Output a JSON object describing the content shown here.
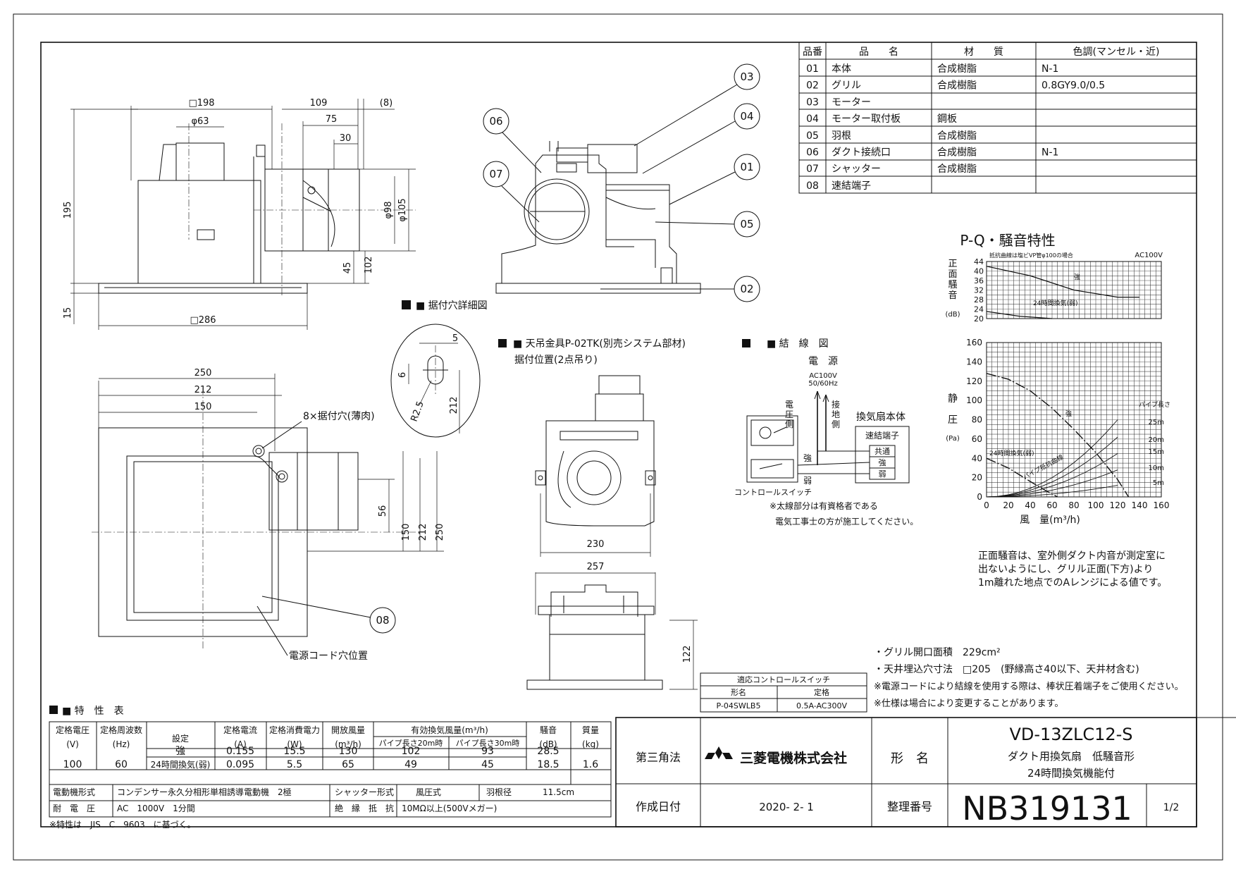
{
  "parts_table": {
    "headers": [
      "品番",
      "品　　名",
      "材　　質",
      "色調(マンセル・近)"
    ],
    "rows": [
      [
        "01",
        "本体",
        "合成樹脂",
        "N-1"
      ],
      [
        "02",
        "グリル",
        "合成樹脂",
        "0.8GY9.0/0.5"
      ],
      [
        "03",
        "モーター",
        "",
        ""
      ],
      [
        "04",
        "モーター取付板",
        "鋼板",
        ""
      ],
      [
        "05",
        "羽根",
        "合成樹脂",
        ""
      ],
      [
        "06",
        "ダクト接続口",
        "合成樹脂",
        "N-1"
      ],
      [
        "07",
        "シャッター",
        "合成樹脂",
        ""
      ],
      [
        "08",
        "速結端子",
        "",
        ""
      ]
    ]
  },
  "side_view": {
    "dims": [
      "□198",
      "φ63",
      "109",
      "(8)",
      "75",
      "30",
      "195",
      "φ98",
      "φ105",
      "45",
      "102",
      "15",
      "□286"
    ]
  },
  "part_callouts": [
    "03",
    "04",
    "06",
    "01",
    "07",
    "05",
    "02",
    "08"
  ],
  "mount_hole_detail": {
    "title": "■ 据付穴詳細図",
    "dims": [
      "5",
      "6",
      "R2.5",
      "212"
    ]
  },
  "ceiling_bracket": {
    "title": "■ 天吊金具P-02TK(別売システム部材)",
    "subtitle": "据付位置(2点吊り)",
    "dims": [
      "230",
      "257",
      "122"
    ]
  },
  "wiring": {
    "title": "■ 結　線　図",
    "power_label": "電　源",
    "power_spec_1": "AC100V",
    "power_spec_2": "50/60Hz",
    "voltage_side": "電圧側",
    "ground_side": "接地側",
    "unit_label": "換気扇本体",
    "terminal_label": "速結端子",
    "terminals": [
      "共通",
      "強",
      "弱"
    ],
    "strong": "強",
    "weak": "弱",
    "switch_label": "コントロールスイッチ",
    "note_1": "※太線部分は有資格者である",
    "note_2": "電気工事士の方が施工してください。"
  },
  "plan_view": {
    "dims": [
      "250",
      "212",
      "150",
      "56",
      "150",
      "212",
      "250"
    ],
    "hole_label": "8×据付穴(薄肉)",
    "cord_label": "電源コード穴位置"
  },
  "pq_chart": {
    "title": "P-Q・騒音特性",
    "noise_note": "抵抗曲線は塩ビVP管φ100の場合",
    "power_note": "AC100V",
    "noise_ylabel": "正面騒音",
    "noise_unit": "(dB)",
    "noise_yticks": [
      "44",
      "40",
      "36",
      "32",
      "28",
      "24",
      "20"
    ],
    "noise_curve_strong": "強",
    "noise_curve_24h": "24時間換気(弱)",
    "pressure_ylabel_1": "静",
    "pressure_ylabel_2": "圧",
    "pressure_unit": "(Pa)",
    "pressure_yticks": [
      "160",
      "140",
      "120",
      "100",
      "80",
      "60",
      "40",
      "20",
      "0"
    ],
    "xticks": [
      "0",
      "20",
      "40",
      "60",
      "80",
      "100",
      "120",
      "140",
      "160"
    ],
    "xlabel": "風　量(m³/h)",
    "curve_strong": "強",
    "curve_24h": "24時間換気(弱)",
    "pipe_curve": "パイプ抵抗曲線",
    "pipe_length_title": "パイプ長さ",
    "pipe_lengths": [
      "25m",
      "20m",
      "15m",
      "10m",
      "5m"
    ],
    "footnote": [
      "正面騒音は、室外側ダクト内音が測定室に",
      "出ないようにし、グリル正面(下方)より",
      "1m離れた地点でのAレンジによる値です。"
    ]
  },
  "chart_data": {
    "type": "line",
    "title": "P-Q・騒音特性",
    "xlabel": "風　量(m³/h)",
    "ylabel": "静圧(Pa)",
    "x_range": [
      0,
      160
    ],
    "y_range": [
      0,
      160
    ],
    "grid": true,
    "series": [
      {
        "name": "強",
        "x": [
          0,
          20,
          40,
          60,
          80,
          100,
          120,
          130
        ],
        "y": [
          128,
          122,
          110,
          92,
          70,
          46,
          18,
          0
        ]
      },
      {
        "name": "24時間換気(弱)",
        "x": [
          0,
          20,
          40,
          55,
          65
        ],
        "y": [
          40,
          30,
          16,
          6,
          0
        ]
      }
    ],
    "noise_series": [
      {
        "name": "強",
        "x": [
          0,
          40,
          80,
          120,
          140
        ],
        "y": [
          42,
          38,
          32,
          29,
          29
        ]
      },
      {
        "name": "24時間換気(弱)",
        "x": [
          0,
          30,
          60
        ],
        "y": [
          23,
          21,
          20
        ]
      }
    ],
    "pipe_resistance": {
      "lengths": [
        "5m",
        "10m",
        "15m",
        "20m",
        "25m"
      ],
      "pressure_at_120": [
        12,
        28,
        45,
        62,
        80
      ]
    }
  },
  "notes": [
    "・グリル開口面積　229cm²",
    "・天井埋込穴寸法　□205　(野縁高さ40以下、天井材含む)",
    "※電源コードにより結線を使用する際は、棒状圧着端子をご使用ください。",
    "※仕様は場合により変更することがあります。"
  ],
  "switch_table": {
    "title": "適応コントロールスイッチ",
    "headers": [
      "形名",
      "定格"
    ],
    "row": [
      "P-04SWLB5",
      "0.5A-AC300V"
    ]
  },
  "spec_table": {
    "title": "■ 特　性　表",
    "col_voltage": "定格電圧",
    "col_voltage_unit": "(V)",
    "col_freq": "定格周波数",
    "col_freq_unit": "(Hz)",
    "col_setting": "設定",
    "col_current": "定格電流",
    "col_current_unit": "(A)",
    "col_power": "定格消費電力",
    "col_power_unit": "(W)",
    "col_open_air": "開放風量",
    "col_open_air_unit": "(m³/h)",
    "col_effective": "有効換気風量(m³/h)",
    "col_pipe20": "パイプ長さ20m時",
    "col_pipe30": "パイプ長さ30m時",
    "col_noise": "騒音",
    "col_noise_unit": "(dB)",
    "col_mass": "質量",
    "col_mass_unit": "(kg)",
    "voltage": "100",
    "freq": "60",
    "mass": "1.6",
    "rows": [
      {
        "setting": "強",
        "current": "0.155",
        "power": "15.5",
        "open": "130",
        "p20": "102",
        "p30": "93",
        "noise": "28.5"
      },
      {
        "setting": "24時間換気(弱)",
        "current": "0.095",
        "power": "5.5",
        "open": "65",
        "p20": "49",
        "p30": "45",
        "noise": "18.5"
      }
    ],
    "motor_label": "電動機形式",
    "motor_value": "コンデンサー永久分相形単相誘導電動機　2極",
    "shutter_label": "シャッター形式",
    "shutter_value": "風圧式",
    "blade_label": "羽根径",
    "blade_value": "11.5cm",
    "withstand_label": "耐　電　圧",
    "withstand_value": "AC　1000V　1分間",
    "insulation_label": "絶　縁　抵　抗",
    "insulation_value": "10MΩ以上(500Vメガー)",
    "footnote": "※特性は　JIS　C　9603　に基づく。"
  },
  "title_block": {
    "projection": "第三角法",
    "company": "三菱電機株式会社",
    "model_label": "形　名",
    "model": "VD-13ZLC12-S",
    "product_1": "ダクト用換気扇　低騒音形",
    "product_2": "24時間換気機能付",
    "date_label": "作成日付",
    "date": "2020- 2- 1",
    "ref_label": "整理番号",
    "ref": "NB319131",
    "page": "1/2"
  }
}
